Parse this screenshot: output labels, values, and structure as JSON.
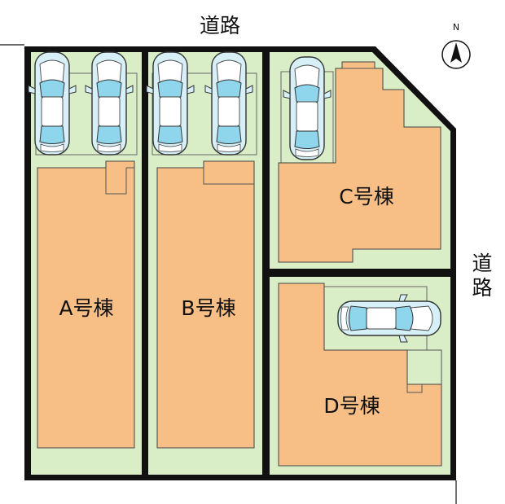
{
  "roads": {
    "north": "道路",
    "east_char1": "道",
    "east_char2": "路"
  },
  "compass": {
    "label": "N"
  },
  "lots": [
    {
      "id": "A",
      "label": "A号棟"
    },
    {
      "id": "B",
      "label": "B号棟"
    },
    {
      "id": "C",
      "label": "C号棟"
    },
    {
      "id": "D",
      "label": "D号棟"
    }
  ],
  "colors": {
    "boundary": "#111111",
    "yard": "#d9edc6",
    "building": "#f7be86",
    "building_edge": "#444444",
    "car_body": "#d7f0f8",
    "car_glass": "#8fd6ec"
  },
  "car_count": 6
}
